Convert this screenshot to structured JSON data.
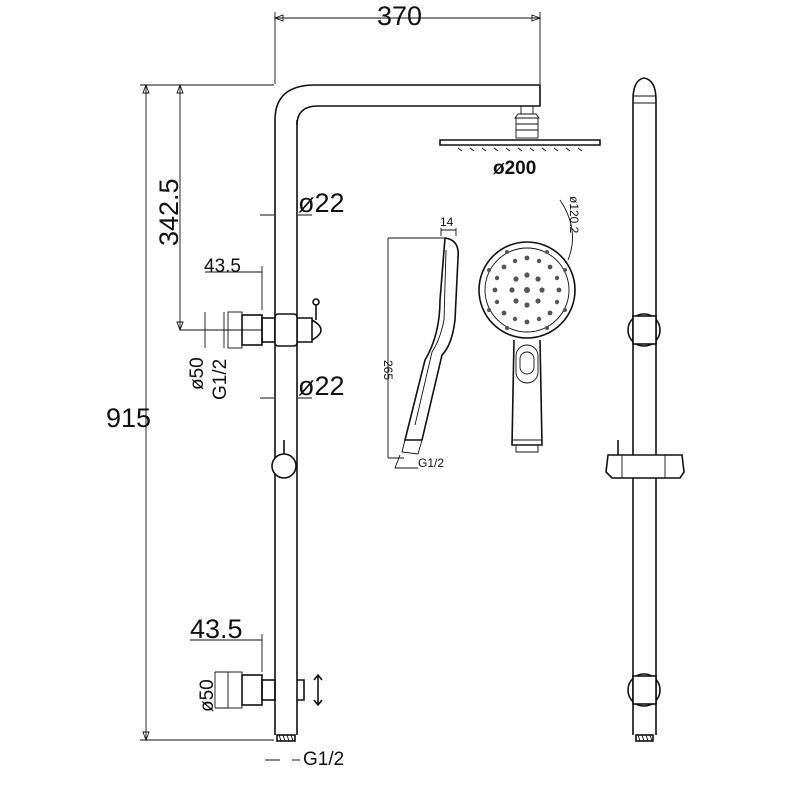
{
  "dimensions": {
    "arm_length": "370",
    "total_height": "915",
    "upper_height": "342.5",
    "pipe_dia_upper": "ø22",
    "pipe_dia_lower": "ø22",
    "bracket_offset_upper": "43.5",
    "bracket_offset_lower": "43.5",
    "flange_dia_upper": "ø50",
    "flange_dia_lower": "ø50",
    "thread_upper": "G1/2",
    "thread_bottom": "G1/2",
    "overhead_dia": "ø200",
    "handset_length": "265",
    "handset_width": "14",
    "handset_face_dia": "ø120.2",
    "handset_thread": "G1/2"
  },
  "colors": {
    "line": "#111111",
    "background": "#ffffff",
    "hole": "#555555"
  }
}
